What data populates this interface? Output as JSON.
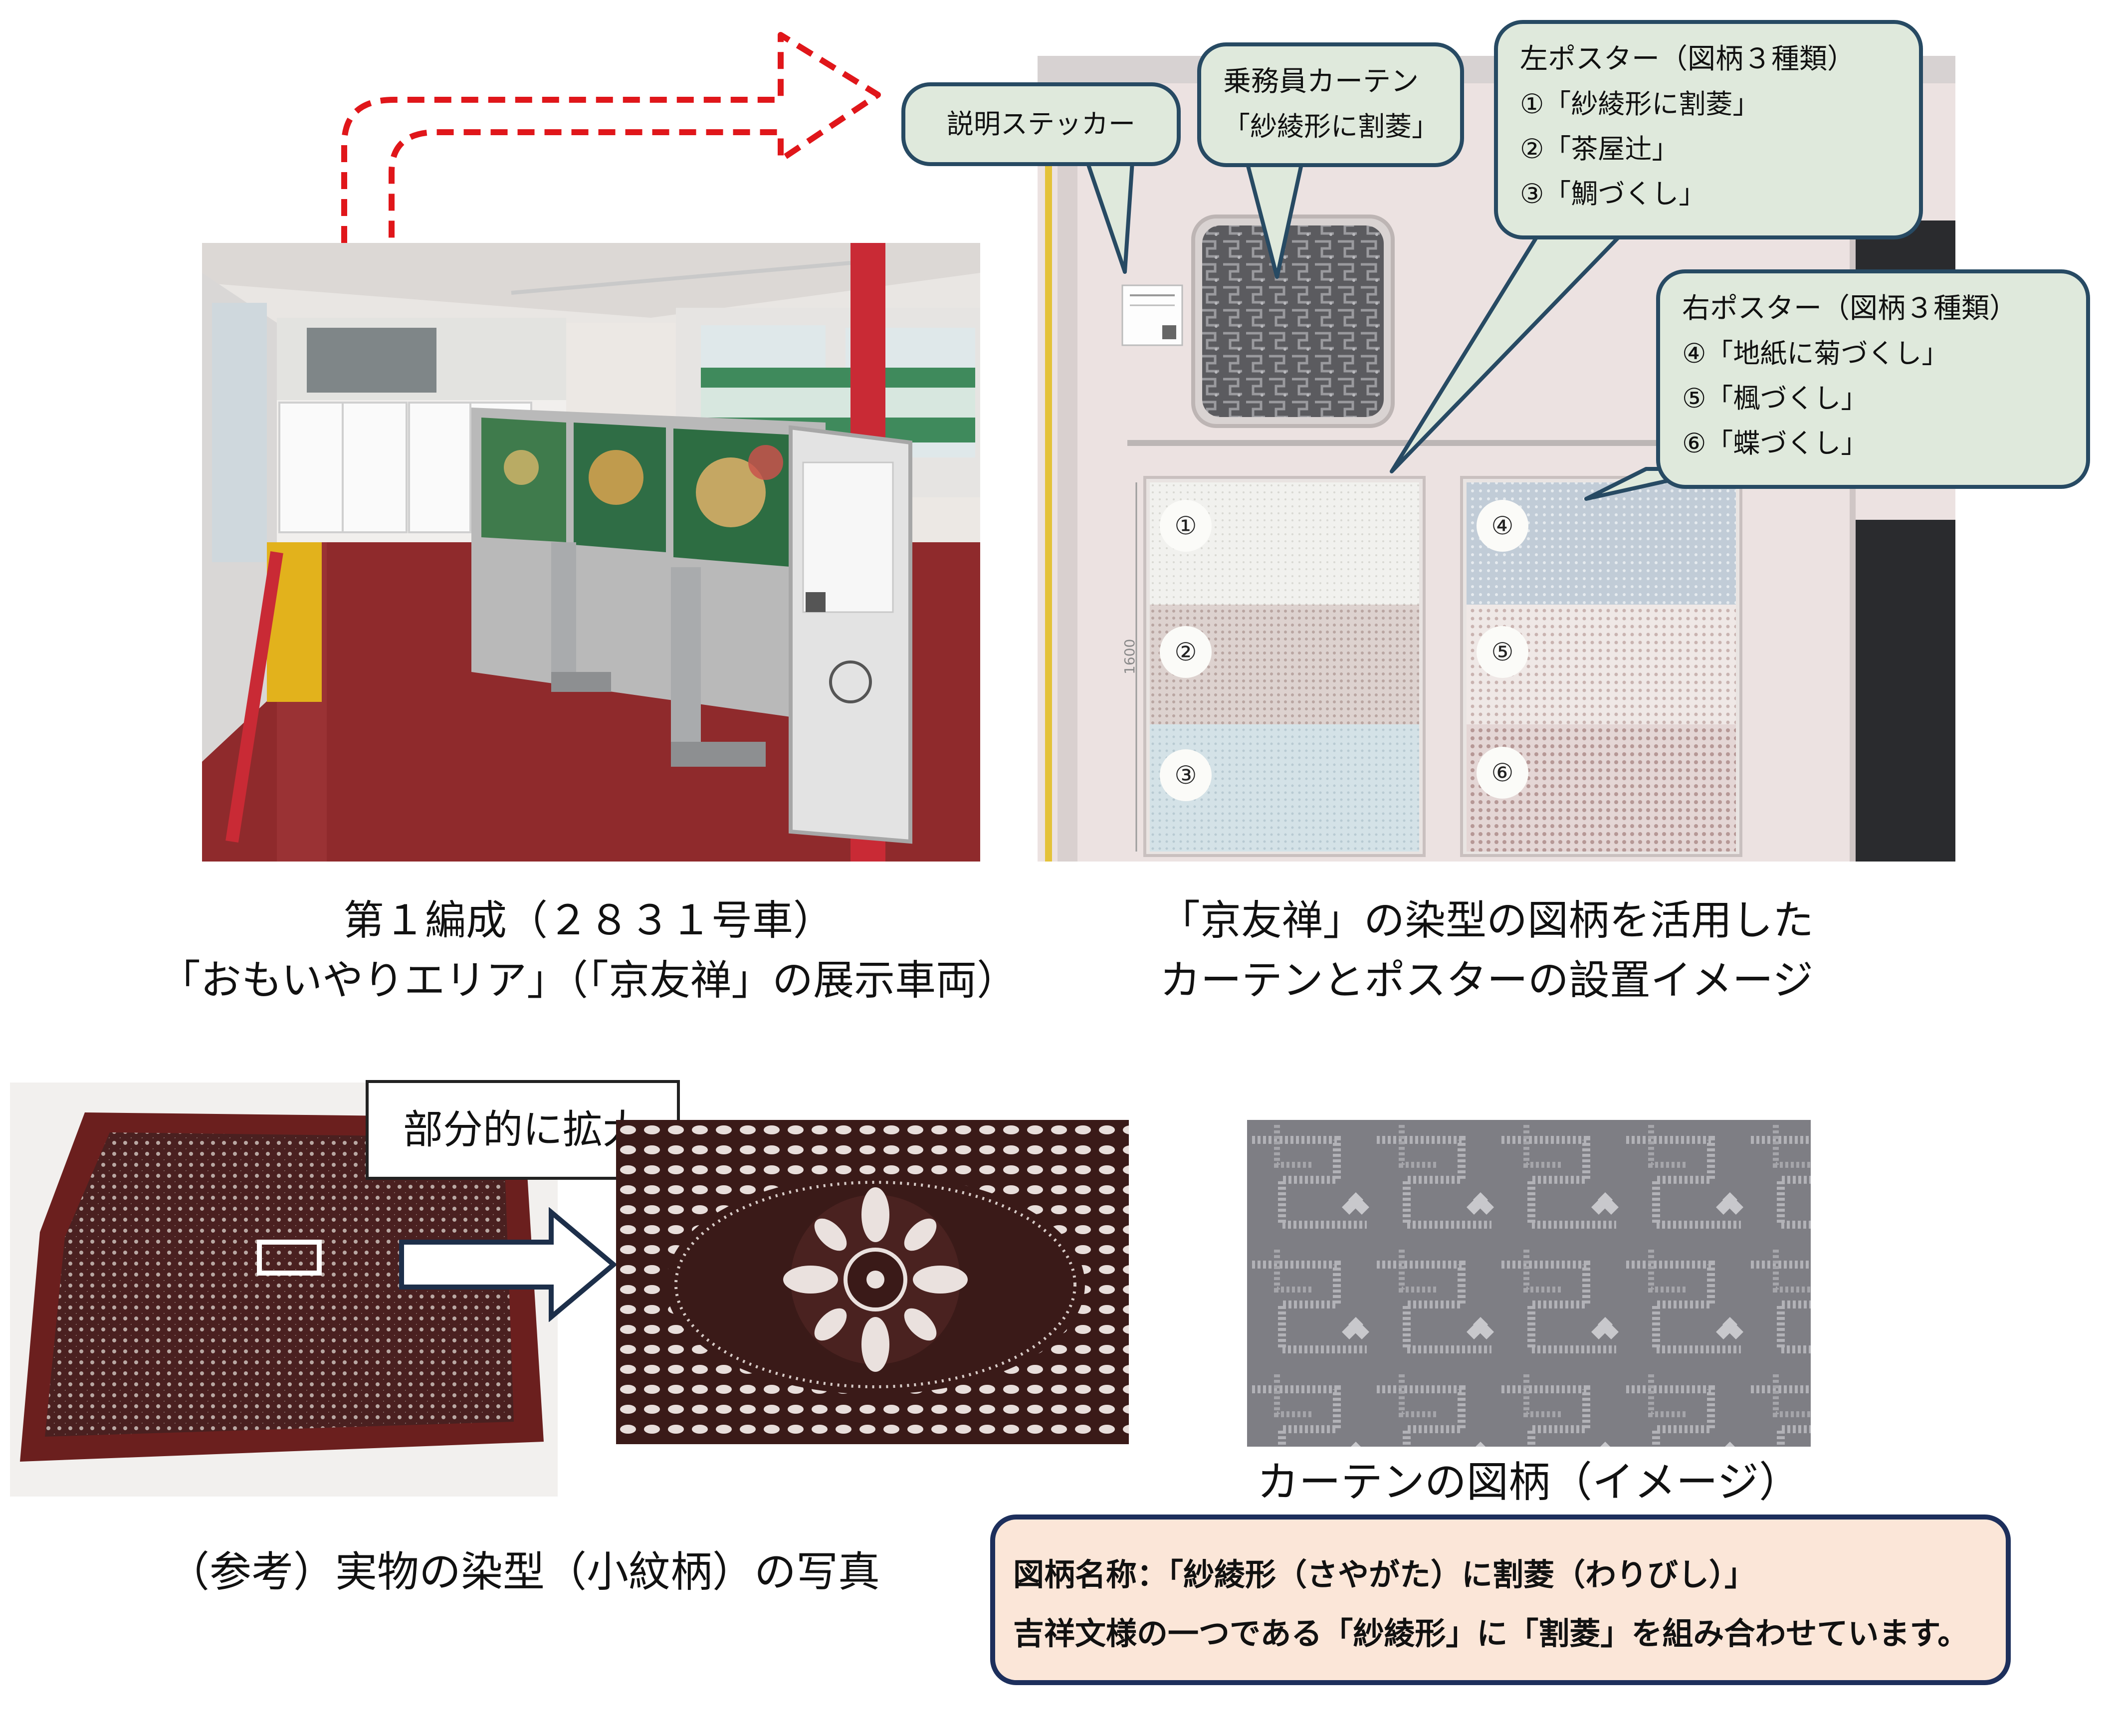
{
  "top_left": {
    "caption_line1": "第１編成（２８３１号車）",
    "caption_line2": "「おもいやりエリア」（「京友禅」の展示車両）"
  },
  "top_right": {
    "caption_line1": "「京友禅」の染型の図柄を活用した",
    "caption_line2": "カーテンとポスターの設置イメージ",
    "callout_sticker": "説明ステッカー",
    "callout_curtain": {
      "title": "乗務員カーテン",
      "pattern": "「紗綾形に割菱」"
    },
    "callout_left_poster": {
      "title": "左ポスター（図柄３種類）",
      "items": [
        "①「紗綾形に割菱」",
        "②「茶屋辻」",
        "③「鯛づくし」"
      ]
    },
    "callout_right_poster": {
      "title": "右ポスター（図柄３種類）",
      "items": [
        "④「地紙に菊づくし」",
        "⑤「楓づくし」",
        "⑥「蝶づくし」"
      ]
    },
    "panel_numbers": [
      "①",
      "②",
      "③",
      "④",
      "⑤",
      "⑥"
    ],
    "dimension_label": "1600",
    "colors": {
      "left_panel_3": "#cfdde4",
      "right_panel_4": "#b8c6d4",
      "right_panel_6": "#c7aaaa"
    }
  },
  "bottom_left": {
    "zoom_label": "部分的に拡大",
    "caption": "（参考）実物の染型（小紋柄）の写真"
  },
  "bottom_right": {
    "caption": "カーテンの図柄（イメージ）",
    "info_line1": "図柄名称：「紗綾形（さやがた）に割菱（わりびし）」",
    "info_line2": "吉祥文様の一つである「紗綾形」に「割菱」を組み合わせています。"
  },
  "colors": {
    "arrow": "#e0161a",
    "callout_fill": "#dfe9dc",
    "callout_border": "#274a63",
    "info_fill": "#fbe6d8",
    "info_border": "#1d2f5c",
    "floor": "#8f2a2c"
  }
}
